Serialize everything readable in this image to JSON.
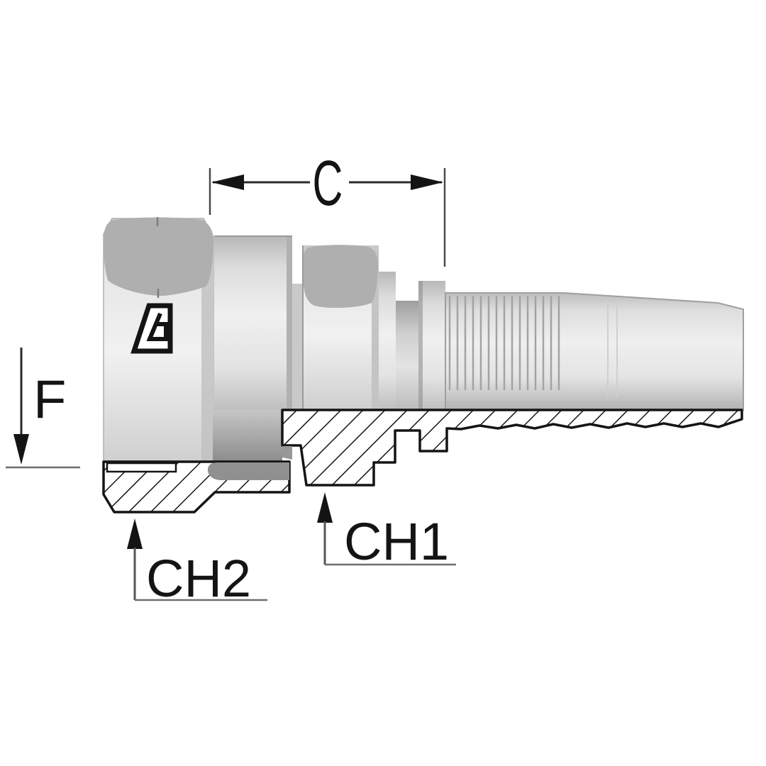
{
  "diagram": {
    "type": "technical-drawing",
    "subject": "hydraulic-hose-fitting-half-section",
    "background": "#ffffff",
    "dimension_labels": {
      "c": "C",
      "f": "F",
      "ch1": "CH1",
      "ch2": "CH2"
    },
    "icons": {
      "logo": "manufacturer-logo-icon"
    },
    "colors": {
      "outline": "#141414",
      "dimension_line": "#2b2b2b",
      "extension_line": "#4a4a4a",
      "leader_line": "#6e6e6e",
      "facet_gray": "#afafaf",
      "body_light": "#f0f0f0",
      "body_mid": "#d6d6d6",
      "body_dark": "#9a9a9a",
      "bore_shadow": "#909090",
      "hatch_line": "#141414",
      "text": "#141414"
    }
  }
}
